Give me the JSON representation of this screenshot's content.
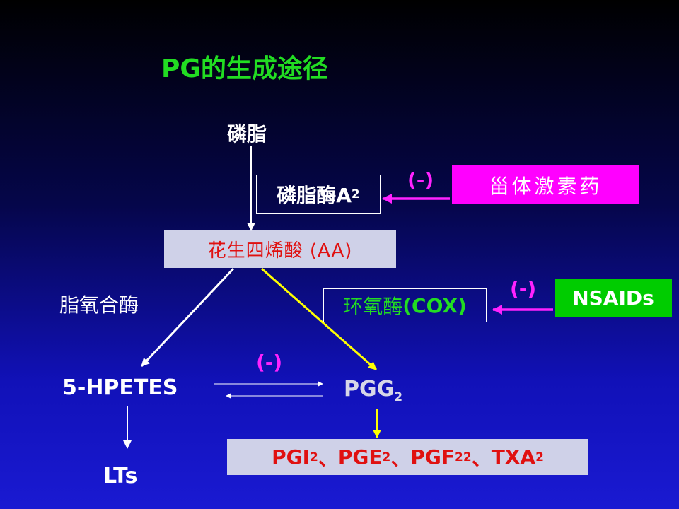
{
  "title": "PG的生成途径",
  "nodes": {
    "phospholipid": "磷脂",
    "pla2": {
      "label": "磷脂酶A",
      "sub": "2"
    },
    "steroid": "甾体激素药",
    "aa": "花生四烯酸 (AA)",
    "lipoxygenase": "脂氧合酶",
    "cox": {
      "cn": "环氧酶",
      "en": "(COX)"
    },
    "nsaids": "NSAIDs",
    "hpetes": "5-HPETES",
    "pgg": {
      "label": "PGG",
      "sub": "2"
    },
    "lts": "LTs",
    "products": {
      "pgi": "PGI",
      "pgi_sub": "2",
      "sep1": "、",
      "pge": "PGE",
      "pge_sub": "2",
      "sep2": "、",
      "pgf": "PGF",
      "pgf_sub": "22",
      "sep3": "、",
      "txa": "TXA",
      "txa_sub": "2"
    }
  },
  "inhibition_labels": {
    "steroid": "(-)",
    "nsaids": "(-)",
    "hpetes_pgg": "(-)"
  },
  "colors": {
    "title": "#22dd22",
    "steroid_box": "#ff00ff",
    "nsaids_box": "#00cc00",
    "aa_text": "#e01010",
    "inhibition": "#ff22ff",
    "cox_arrow": "#ffff00",
    "aa_box": "#cfd1e8"
  }
}
